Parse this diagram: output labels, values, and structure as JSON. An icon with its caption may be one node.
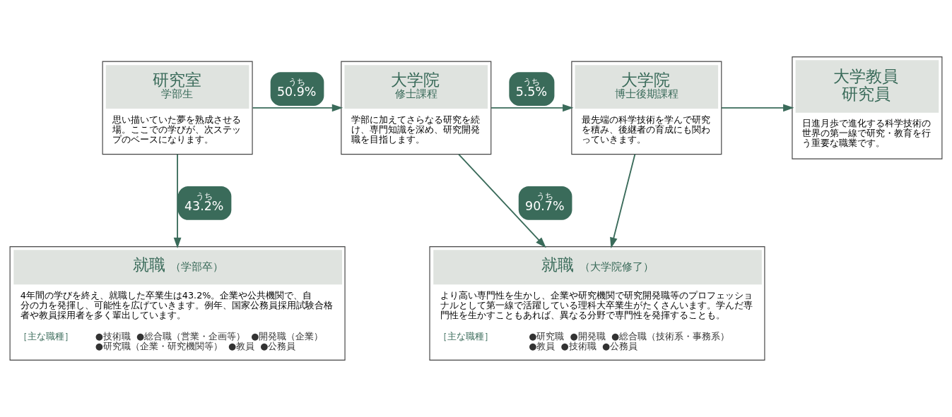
{
  "diagram": {
    "nodes": [
      {
        "text": [
          "研究室",
          "学部生",
          "思い描いていた夢を熟成させる場。ここでの学びが、次ステップのベースになります。"
        ]
      },
      {
        "text": [
          "大学院",
          "修士課程",
          "学部に加えてさらなる研究を続け、専門知識を深め、研究開発職を目指します。"
        ]
      },
      {
        "text": [
          "大学院",
          "博士後期課程",
          "最先端の科学技術を学んで研究を積み、後継者の育成にも関わっていきます。"
        ]
      },
      {
        "text": [
          "大学教員",
          "研究員",
          "日進月歩で進化する科学技術の世界の第一線で研究・教育を行う重要な職業です。"
        ]
      },
      {
        "text": [
          "就職",
          "（学部卒）",
          "4年間の学びを終え、就職した卒業生は43.2%。企業や公共機関で、自分の力を発揮し、可能性を広げていきます。例年、国家公務員採用試験合格者や教員採用者を多く輩出しています。",
          "［主な職種］",
          "●技術職",
          "●総合職（営業・企画等）",
          "●開発職（企業）",
          "●研究職（企業・研究機関等）",
          "●教員",
          "●公務員"
        ]
      },
      {
        "text": [
          "就職",
          "（大学院修了）",
          "より高い専門性を生かし、企業や研究機関で研究開発職等のプロフェッショナルとして第一線で活躍している理科大卒業生がたくさんいます。学んだ専門性を生かすこともあれば、異なる分野で専門性を発揮することも。",
          "［主な職種］",
          "●研究職",
          "●開発職",
          "●総合職（技術系・事務系）",
          "●教員",
          "●技術職",
          "●公務員"
        ]
      }
    ],
    "edges": [
      {
        "from": 0,
        "to": 1,
        "arrow": "to",
        "label": "うち 50.9%"
      },
      {
        "from": 1,
        "to": 2,
        "arrow": "to",
        "label": "うち 5.5%"
      },
      {
        "from": 2,
        "to": 3,
        "arrow": "to"
      },
      {
        "from": 0,
        "to": 4,
        "arrow": "to",
        "label": "うち 43.2%"
      },
      {
        "from": 1,
        "to": 5,
        "arrow": "to",
        "label": "うち 90.7%"
      },
      {
        "from": 2,
        "to": 5,
        "arrow": "to"
      }
    ]
  }
}
